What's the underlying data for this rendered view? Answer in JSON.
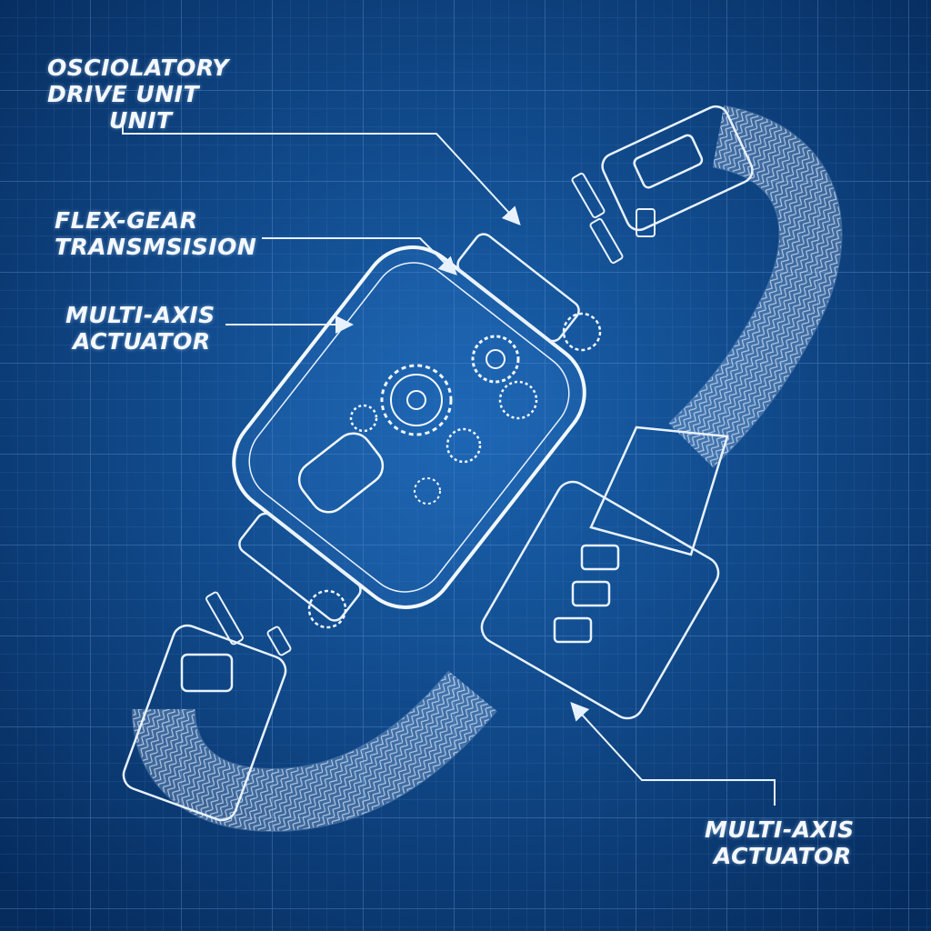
{
  "colors": {
    "background": "#0b3f7e",
    "background_center": "#1a63b0",
    "grid": "#5a8fd0",
    "line": "#e8f2ff"
  },
  "labels": {
    "osciolatory": {
      "line1": "OSCIOLATORY",
      "line2": "DRIVE UNIT",
      "line3": "UNIT"
    },
    "flex_gear": {
      "line1": "FLEX-GEAR",
      "line2": "TRANSMSISION"
    },
    "multi_axis_left": {
      "line1": "MULTI-AXIS",
      "line2": "ACTUATOR"
    },
    "multi_axis_bottom": {
      "line1": "MULTI-AXIS",
      "line2": "ACTUATOR"
    }
  }
}
